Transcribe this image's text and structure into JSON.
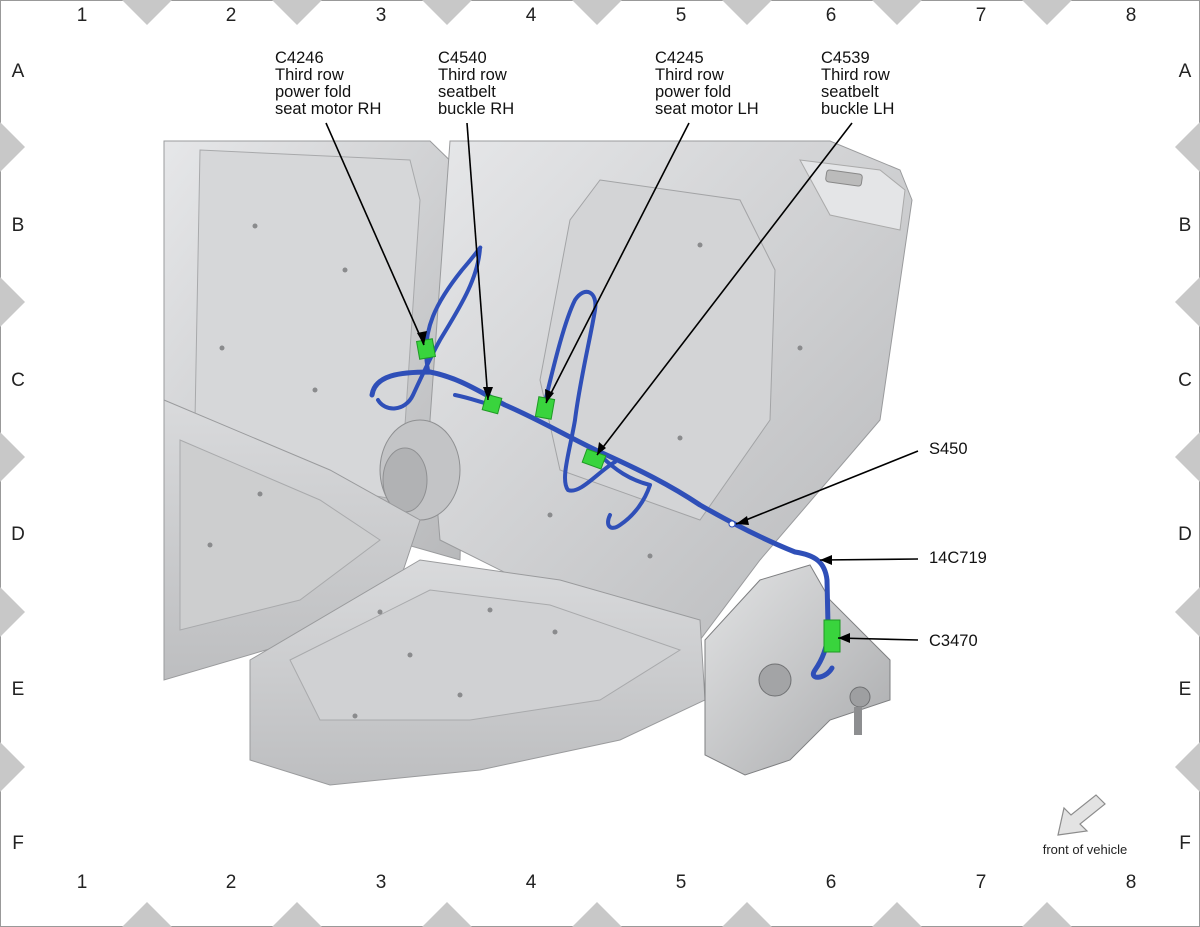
{
  "grid": {
    "columns": [
      "1",
      "2",
      "3",
      "4",
      "5",
      "6",
      "7",
      "8"
    ],
    "rows": [
      "A",
      "B",
      "C",
      "D",
      "E",
      "F"
    ]
  },
  "callouts": {
    "c4246": [
      "C4246",
      "Third row",
      "power fold",
      "seat motor RH"
    ],
    "c4540": [
      "C4540",
      "Third row",
      "seatbelt",
      "buckle RH"
    ],
    "c4245": [
      "C4245",
      "Third row",
      "power fold",
      "seat motor LH"
    ],
    "c4539": [
      "C4539",
      "Third row",
      "seatbelt",
      "buckle LH"
    ],
    "s450": "S450",
    "harness": "14C719",
    "c3470": "C3470"
  },
  "orientation": {
    "label": "front of vehicle",
    "icon": "arrow-down-left-icon"
  },
  "colors": {
    "harness": "#2f4fb8",
    "connector": "#39d43d",
    "seat": "#c9cacc",
    "border_marker": "#c8c8c8"
  }
}
